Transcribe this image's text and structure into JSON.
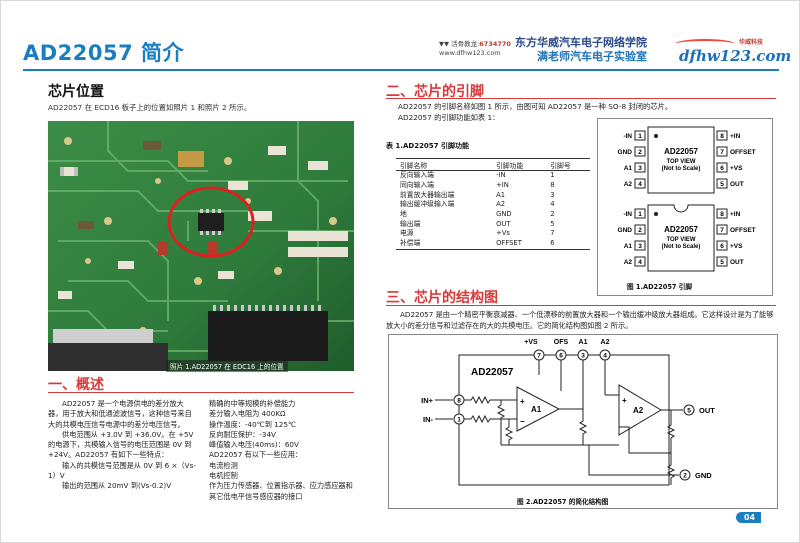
{
  "header": {
    "title": "AD22057 简介",
    "brand_hotline_label": "▼▼ 活骨教龙:",
    "brand_hotline_number": "6734770",
    "brand_site": "www.dfhw123.com",
    "brand_name_line1": "东方华威汽车电子网络学院",
    "brand_name_line2": "满老师汽车电子实验室",
    "logo_text": "dfhw123.com",
    "logo_sub": "华威科技",
    "accent_color": "#1a7fc1",
    "section_color": "#d83a3a"
  },
  "chip_location": {
    "title": "芯片位置",
    "desc": "AD22057 在 ECD16 板子上的位置如照片 1 和照片 2 所示。",
    "photo_caption": "照片 1.AD22057 在 EDC16 上的位置"
  },
  "overview": {
    "title": "一、概述",
    "col1": [
      "AD22057 是一个电源供电的差分放大器，用于放大和低通滤波信号，这种信号来自大的共模电压信号电源中的差分电压信号。",
      "供电范围从 +3.0V 到 +36.0V。在 +5V 的电源下，共模输入信号的电压范围是 0V 到 +24V。AD22057 有如下一些特点：",
      "输入的共模信号范围是从 0V 到 6 ×（Vs-1）V",
      "输出的范围从 20mV 到(Vs-0.2)V"
    ],
    "col2": [
      "精确的中等规模的补偿能力",
      "差分输入电阻为 400KΩ",
      "操作温度：-40℃到 125℃",
      "反向耐压保护：-34V",
      "峰值输入电压(40ms)：60V",
      "AD22057 有以下一些应用：",
      "电流检测",
      "电机控制",
      "作为压力传感器、位置指示器、应力感应器和其它低电平信号感应器的接口"
    ]
  },
  "pins": {
    "title": "二、芯片的引脚",
    "desc_line1": "AD22057 的引脚名称如图 1 所示，由图可知 AD22057 是一种 SO-8 封闭的芯片。",
    "desc_line2": "AD22057 的引脚功能如表 1：",
    "table_caption": "表 1.AD22057 引脚功能",
    "headers": [
      "引脚名称",
      "引脚功能",
      "引脚号"
    ],
    "rows": [
      [
        "反向输入端",
        "-IN",
        "1"
      ],
      [
        "同向输入端",
        "+IN",
        "8"
      ],
      [
        "前置放大器输出端",
        "A1",
        "3"
      ],
      [
        "输出缓冲级输入端",
        "A2",
        "4"
      ],
      [
        "地",
        "GND",
        "2"
      ],
      [
        "输出端",
        "OUT",
        "5"
      ],
      [
        "电源",
        "+Vs",
        "7"
      ],
      [
        "补偿端",
        "OFFSET",
        "6"
      ]
    ],
    "figure_caption": "图 1.AD22057 引脚",
    "package": {
      "chip_name": "AD22057",
      "view_line1": "TOP VIEW",
      "view_line2": "(Not to Scale)",
      "left_pins": [
        {
          "label": "-IN",
          "num": "1"
        },
        {
          "label": "GND",
          "num": "2"
        },
        {
          "label": "A1",
          "num": "3"
        },
        {
          "label": "A2",
          "num": "4"
        }
      ],
      "right_pins": [
        {
          "label": "+IN",
          "num": "8"
        },
        {
          "label": "OFFSET",
          "num": "7"
        },
        {
          "label": "+VS",
          "num": "6"
        },
        {
          "label": "OUT",
          "num": "5"
        }
      ]
    }
  },
  "structure": {
    "title": "三、芯片的结构图",
    "desc": "AD22057 是由一个精密平衡衰减器、一个低漂移的前置放大器和一个输出缓冲级放大器组成。它这样设计是为了能够放大小的差分信号和过滤存在的大的共模电压。它的简化结构图如图 2 所示。",
    "figure_caption": "图 2.AD22057 的简化结构图",
    "diagram": {
      "chip_name": "AD22057",
      "top_labels": [
        "+VS",
        "OFS",
        "A1",
        "A2"
      ],
      "top_nums": [
        "7",
        "6",
        "3",
        "4"
      ],
      "in_plus": "IN+",
      "in_minus": "IN-",
      "in_plus_num": "8",
      "in_minus_num": "1",
      "amp1": "A1",
      "amp2": "A2",
      "out": "OUT",
      "out_num": "5",
      "gnd": "GND",
      "gnd_num": "2",
      "plus": "+",
      "minus": "−"
    }
  },
  "footer": {
    "page_number": "04"
  }
}
